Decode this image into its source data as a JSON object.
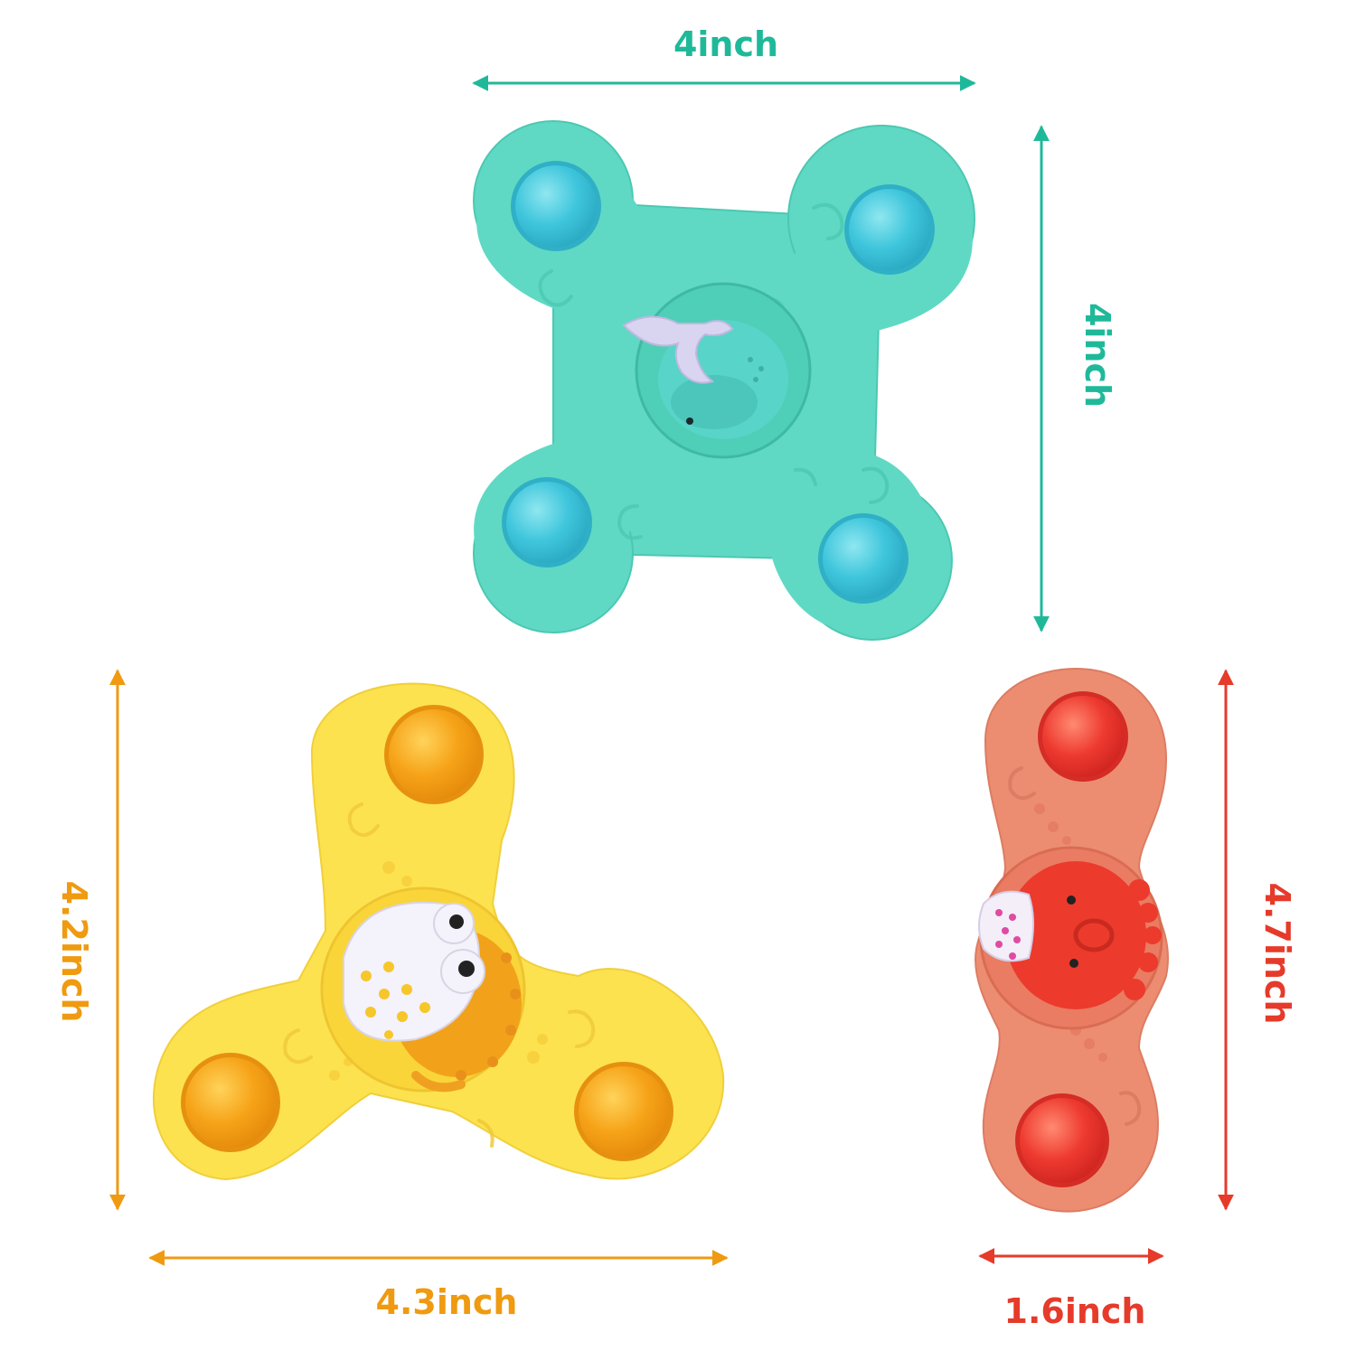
{
  "dimensions": {
    "teal_width": "4inch",
    "teal_height": "4inch",
    "yellow_height": "4.2inch",
    "yellow_width": "4.3inch",
    "red_height": "4.7inch",
    "red_width": "1.6inch"
  },
  "colors": {
    "teal": "#1fb99a",
    "teal_body": "#5fd9c4",
    "teal_button": "#43c9dc",
    "yellow_body": "#fde24f",
    "orange": "#ef9a10",
    "orange_button": "#f6a318",
    "red": "#e63a2a",
    "salmon_body": "#ec8d72",
    "red_button": "#ee3a30"
  },
  "toys": [
    {
      "name": "teal four-arm spinner",
      "character": "whale"
    },
    {
      "name": "yellow three-arm spinner",
      "character": "pufferfish"
    },
    {
      "name": "coral two-arm spinner",
      "character": "octopus"
    }
  ]
}
